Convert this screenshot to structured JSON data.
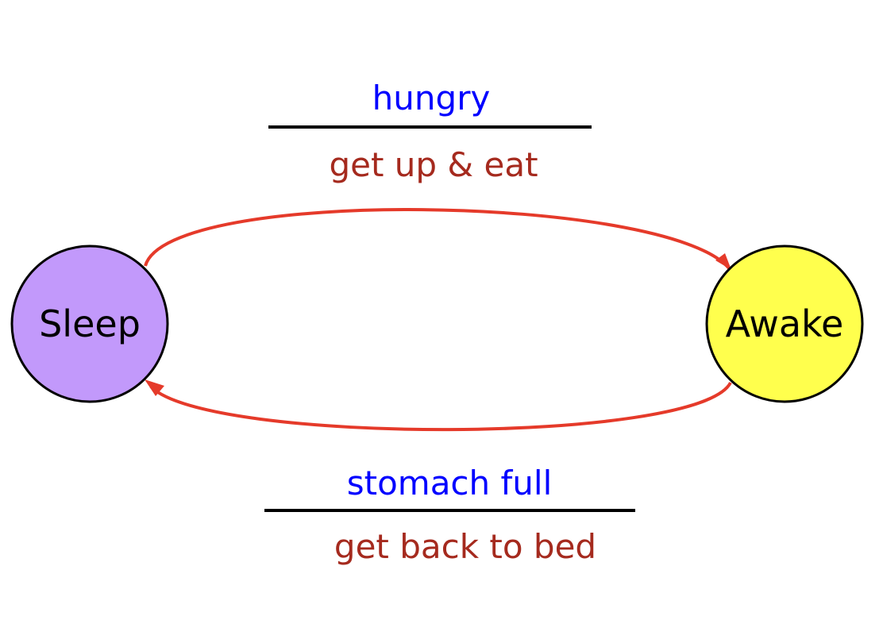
{
  "states": {
    "sleep": {
      "label": "Sleep",
      "color": "#c299fb"
    },
    "awake": {
      "label": "Awake",
      "color": "#ffff4d"
    }
  },
  "transitions": {
    "top": {
      "condition": "hungry",
      "action": "get up & eat"
    },
    "bottom": {
      "condition": "stomach full",
      "action": "get back to bed"
    }
  },
  "colors": {
    "condition": "#0000ff",
    "action": "#a52a1e",
    "arrow": "#e53a2a"
  }
}
